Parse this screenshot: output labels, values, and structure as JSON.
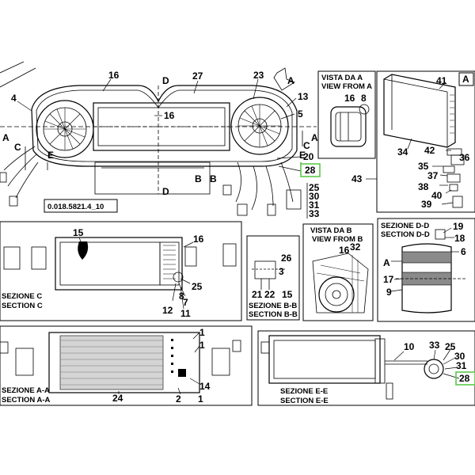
{
  "drawing_code": "0.018.5821.4_10",
  "main_assembly": {
    "callouts": [
      "16",
      "D",
      "27",
      "23",
      "4",
      "16",
      "13",
      "5",
      "C",
      "A",
      "E",
      "20",
      "28",
      "25",
      "30",
      "31",
      "33",
      "B",
      "D",
      "A",
      "A",
      "E",
      "B",
      "C"
    ]
  },
  "view_a": {
    "title_it": "VISTA DA A",
    "title_en": "VIEW FROM A",
    "callouts": [
      "16",
      "8"
    ]
  },
  "detail_a": {
    "tag": "A",
    "callouts": [
      "41",
      "34",
      "42",
      "36",
      "35",
      "37",
      "38",
      "40",
      "39",
      "43"
    ]
  },
  "section_c": {
    "title_it": "SEZIONE C",
    "title_en": "SECTION C",
    "callouts": [
      "15",
      "16",
      "25",
      "7",
      "12",
      "8",
      "11"
    ]
  },
  "section_bb": {
    "title_it": "SEZIONE B-B",
    "title_en": "SECTION B-B",
    "callouts": [
      "26",
      "3",
      "21",
      "22",
      "15"
    ]
  },
  "view_b": {
    "title_it": "VISTA DA B",
    "title_en": "VIEW FROM B",
    "callouts": [
      "16",
      "32"
    ]
  },
  "section_dd": {
    "title_it": "SEZIONE D-D",
    "title_en": "SECTION D-D",
    "callouts": [
      "19",
      "18",
      "6",
      "A",
      "17",
      "9"
    ]
  },
  "section_aa": {
    "title_it": "SEZIONE A-A",
    "title_en": "SECTION A-A",
    "callouts": [
      "1",
      "1",
      "14",
      "24",
      "2",
      "1"
    ]
  },
  "section_ee": {
    "title_it": "SEZIONE E-E",
    "title_en": "SECTION E-E",
    "callouts": [
      "10",
      "33",
      "25",
      "30",
      "31",
      "28"
    ]
  },
  "colors": {
    "highlight": "#5cc94a",
    "line": "#000000",
    "background": "#ffffff"
  }
}
